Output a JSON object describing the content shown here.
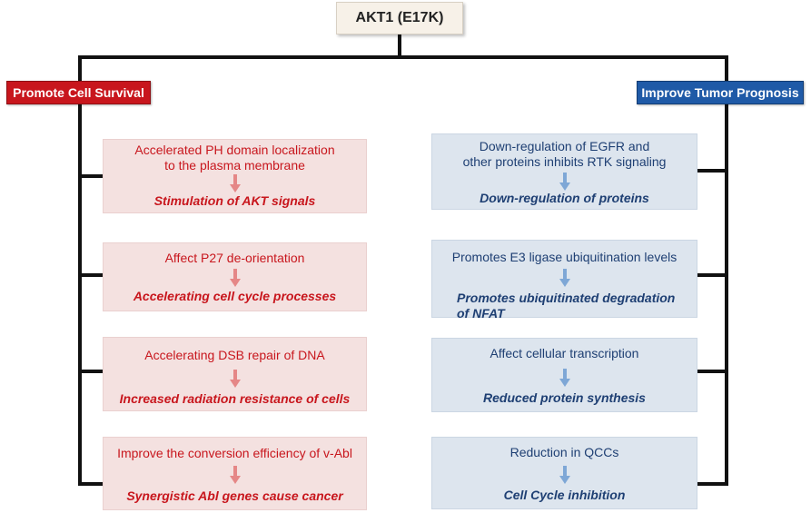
{
  "root": {
    "label": "AKT1 (E17K)"
  },
  "left_branch": {
    "label": "Promote Cell Survival",
    "items": [
      {
        "description": [
          "Accelerated PH domain localization",
          "to the plasma membrane"
        ],
        "result": [
          "Stimulation of AKT signals"
        ]
      },
      {
        "description": [
          "Affect P27 de-orientation"
        ],
        "result": [
          "Accelerating cell cycle processes"
        ]
      },
      {
        "description": [
          "Accelerating DSB repair of DNA"
        ],
        "result": [
          "Increased radiation resistance of cells"
        ]
      },
      {
        "description": [
          "Improve the conversion efficiency of v-Abl"
        ],
        "result": [
          "Synergistic Abl genes cause cancer"
        ]
      }
    ]
  },
  "right_branch": {
    "label": "Improve Tumor Prognosis",
    "items": [
      {
        "description": [
          "Down-regulation of EGFR and",
          "other proteins inhibits RTK signaling"
        ],
        "result": [
          "Down-regulation of proteins"
        ]
      },
      {
        "description": [
          "Promotes E3 ligase ubiquitination levels"
        ],
        "result": [
          "Promotes ubiquitinated degradation",
          "of NFAT"
        ]
      },
      {
        "description": [
          "Affect cellular transcription"
        ],
        "result": [
          "Reduced protein synthesis"
        ]
      },
      {
        "description": [
          "Reduction in QCCs"
        ],
        "result": [
          "Cell Cycle inhibition"
        ]
      }
    ]
  },
  "colors": {
    "survival_accent": "#c8161d",
    "prognosis_accent": "#1f5aa7",
    "survival_card": "#f4e1e0",
    "prognosis_card": "#dde5ee",
    "connector": "#111111"
  }
}
